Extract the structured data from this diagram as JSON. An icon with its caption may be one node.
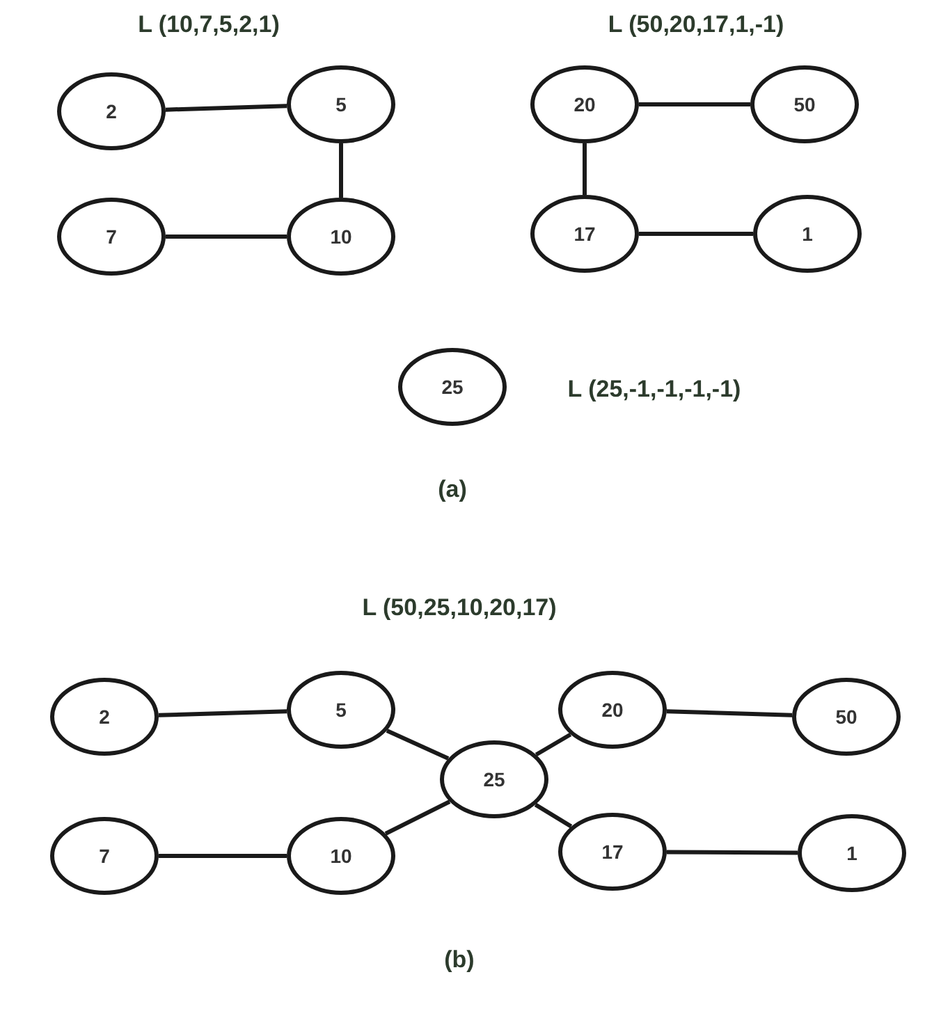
{
  "diagram": {
    "nodes": [
      {
        "text": [
          "2"
        ]
      },
      {
        "text": [
          "5"
        ]
      },
      {
        "text": [
          "7"
        ]
      },
      {
        "text": [
          "10"
        ]
      },
      {
        "text": [
          "20"
        ]
      },
      {
        "text": [
          "50"
        ]
      },
      {
        "text": [
          "17"
        ]
      },
      {
        "text": [
          "1"
        ]
      },
      {
        "text": [
          "25"
        ],
        "beside": [
          "L (25,-1,-1,-1,-1)"
        ]
      },
      {
        "text": [
          "2"
        ]
      },
      {
        "text": [
          "5"
        ]
      },
      {
        "text": [
          "20"
        ]
      },
      {
        "text": [
          "50"
        ]
      },
      {
        "text": [
          "25"
        ]
      },
      {
        "text": [
          "7"
        ]
      },
      {
        "text": [
          "10"
        ]
      },
      {
        "text": [
          "17"
        ]
      },
      {
        "text": [
          "1"
        ]
      }
    ],
    "edges": [
      {
        "from": 0,
        "to": 1,
        "arrow": "none"
      },
      {
        "from": 1,
        "to": 3,
        "arrow": "none"
      },
      {
        "from": 2,
        "to": 3,
        "arrow": "none"
      },
      {
        "from": 4,
        "to": 5,
        "arrow": "none"
      },
      {
        "from": 4,
        "to": 6,
        "arrow": "none"
      },
      {
        "from": 6,
        "to": 7,
        "arrow": "none"
      },
      {
        "from": 9,
        "to": 10,
        "arrow": "none"
      },
      {
        "from": 10,
        "to": 13,
        "arrow": "none"
      },
      {
        "from": 13,
        "to": 11,
        "arrow": "none"
      },
      {
        "from": 11,
        "to": 12,
        "arrow": "none"
      },
      {
        "from": 15,
        "to": 13,
        "arrow": "none"
      },
      {
        "from": 14,
        "to": 15,
        "arrow": "none"
      },
      {
        "from": 13,
        "to": 16,
        "arrow": "none"
      },
      {
        "from": 16,
        "to": 17,
        "arrow": "none"
      }
    ],
    "labels": [
      "L (10,7,5,2,1)",
      "L (50,20,17,1,-1)",
      "(a)",
      "L (50,25,10,20,17)",
      "(b)"
    ]
  }
}
